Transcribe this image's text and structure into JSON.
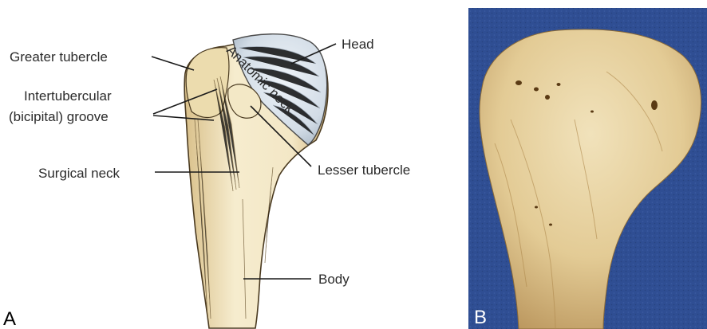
{
  "panels": {
    "a_letter": "A",
    "b_letter": "B"
  },
  "labels": {
    "greater_tubercle": "Greater tubercle",
    "intertubercular_line1": "Intertubercular",
    "intertubercular_line2": "(bicipital) groove",
    "surgical_neck": "Surgical neck",
    "head": "Head",
    "anatomic_neck": "Anatomic neck",
    "lesser_tubercle": "Lesser tubercle",
    "body": "Body"
  },
  "colors": {
    "bone_fill": "#f2e6c2",
    "bone_shadow": "#c9a96a",
    "head_fill": "#d9e3ec",
    "photo_background": "#2f4e93",
    "photo_bone": "#e6d2a4"
  }
}
